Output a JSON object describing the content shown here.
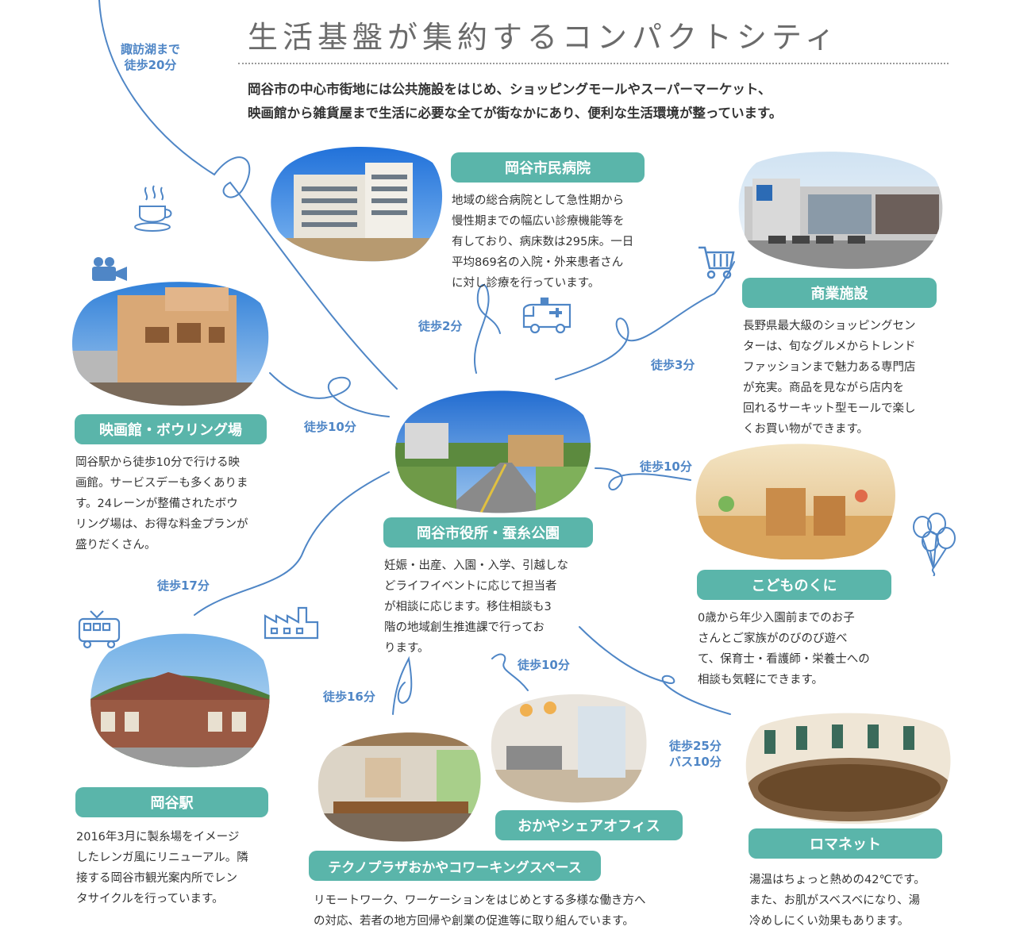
{
  "title": "生活基盤が集約するコンパクトシティ",
  "intro": [
    "岡谷市の中心市街地には公共施設をはじめ、ショッピングモールやスーパーマーケット、",
    "映画館から雑貨屋まで生活に必要な全てが街なかにあり、便利な生活環境が整っています。"
  ],
  "suwa_walk": [
    "諏訪湖まで",
    "徒歩20分"
  ],
  "facilities": {
    "hospital": {
      "name": "岡谷市民病院",
      "desc": [
        "地域の総合病院として急性期から",
        "慢性期までの幅広い診療機能等を",
        "有しており、病床数は295床。一日",
        "平均869名の入院・外来患者さん",
        "に対し診療を行っています。"
      ],
      "walk": "徒歩2分"
    },
    "commercial": {
      "name": "商業施設",
      "desc": [
        "長野県最大級のショッピングセン",
        "ターは、旬なグルメからトレンド",
        "ファッションまで魅力ある専門店",
        "が充実。商品を見ながら店内を",
        "回れるサーキット型モールで楽し",
        "くお買い物ができます。"
      ],
      "walk": "徒歩3分"
    },
    "cinema": {
      "name": "映画館・ボウリング場",
      "desc": [
        "岡谷駅から徒歩10分で行ける映",
        "画館。サービスデーも多くありま",
        "す。24レーンが整備されたボウ",
        "リング場は、お得な料金プランが",
        "盛りだくさん。"
      ],
      "walk": "徒歩10分"
    },
    "cityhall": {
      "name": "岡谷市役所・蚕糸公園",
      "desc": [
        "妊娠・出産、入園・入学、引越しな",
        "どライフイベントに応じて担当者",
        "が相談に応じます。移住相談も3",
        "階の地域創生推進課で行ってお",
        "ります。"
      ]
    },
    "kids": {
      "name": "こどものくに",
      "desc": [
        "0歳から年少入園前までのお子",
        "さんとご家族がのびのび遊べ",
        "て、保育士・看護師・栄養士への",
        "相談も気軽にできます。"
      ],
      "walk": "徒歩10分"
    },
    "station": {
      "name": "岡谷駅",
      "desc": [
        "2016年3月に製糸場をイメージ",
        "したレンガ風にリニューアル。隣",
        "接する岡谷市観光案内所でレン",
        "タサイクルを行っています。"
      ],
      "walk": "徒歩17分"
    },
    "share_office": {
      "name": "おかやシェアオフィス",
      "walk": "徒歩10分"
    },
    "coworking": {
      "name": "テクノプラザおかやコワーキングスペース",
      "desc": [
        "リモートワーク、ワーケーションをはじめとする多様な働き方へ",
        "の対応、若者の地方回帰や創業の促進等に取り組んでいます。"
      ],
      "walk": "徒歩16分"
    },
    "romanette": {
      "name": "ロマネット",
      "desc": [
        "湯温はちょっと熱めの42℃です。",
        "また、お肌がスベスベになり、湯",
        "冷めしにくい効果もあります。"
      ],
      "walk": [
        "徒歩25分",
        "バス10分"
      ]
    }
  },
  "icons": [
    "coffee-cup-icon",
    "video-camera-icon",
    "shopping-cart-icon",
    "ambulance-icon",
    "balloons-icon",
    "train-icon",
    "factory-icon"
  ],
  "colors": {
    "teal": "#5ab5aa",
    "blue_line": "#4f86c6",
    "title_gray": "#6b6b6b"
  }
}
